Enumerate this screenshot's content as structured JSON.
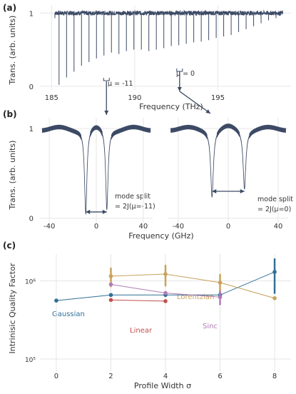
{
  "colors": {
    "trace": "#3d4a66",
    "grid": "#e6e6e6",
    "axis_text": "#333333",
    "gaussian": "#2f6f96",
    "lorentzian": "#c8a15a",
    "linear": "#c0504d",
    "sinc": "#b07cb5"
  },
  "chart_data": [
    {
      "panel": "(a)",
      "type": "line",
      "xlabel": "Frequency (THz)",
      "ylabel": "Trans. (arb. units)",
      "xticks": [
        "185",
        "190",
        "195"
      ],
      "yticks": [
        "0",
        "1"
      ],
      "xlim": [
        184.3,
        199.4
      ],
      "ylim": [
        -0.05,
        1.1
      ],
      "grid": true,
      "series": [
        {
          "kind": "comb_transmission",
          "baseline": 1.0,
          "x_range": [
            185.2,
            198.9
          ],
          "dip_positions": [
            185.45,
            185.9,
            186.35,
            186.8,
            187.25,
            187.7,
            188.15,
            188.6,
            189.05,
            189.5,
            189.95,
            190.4,
            190.85,
            191.3,
            191.75,
            192.2,
            192.65,
            193.1,
            193.55,
            194.0,
            194.45,
            194.9,
            195.35,
            195.8,
            196.25,
            196.7,
            197.15,
            197.6,
            198.05,
            198.5
          ],
          "dip_minima": [
            0.02,
            0.12,
            0.2,
            0.28,
            0.33,
            0.38,
            0.42,
            0.46,
            0.44,
            0.48,
            0.5,
            0.5,
            0.48,
            0.5,
            0.52,
            0.55,
            0.56,
            0.58,
            0.6,
            0.61,
            0.63,
            0.66,
            0.68,
            0.7,
            0.74,
            0.78,
            0.82,
            0.86,
            0.9,
            0.93
          ]
        }
      ],
      "annotations": [
        {
          "text": "μ = -11",
          "x": 188.3
        },
        {
          "text": "μ = 0",
          "x": 192.7
        }
      ]
    },
    {
      "panel": "(b)",
      "type": "line",
      "xlabel": "Frequency (GHz)",
      "ylabel": "Trans. (arb. units)",
      "yticks": [
        "0",
        "1"
      ],
      "ylim": [
        -0.05,
        1.12
      ],
      "subplots": [
        {
          "xlim": [
            -48,
            48
          ],
          "xticks": [
            "-40",
            "0",
            "40"
          ],
          "dips": [
            {
              "center": -9,
              "min": 0.05,
              "width": 1.2
            },
            {
              "center": 9,
              "min": 0.1,
              "width": 1.2
            }
          ],
          "annotation": [
            "mode split",
            "= 2J(μ=-11)"
          ],
          "arrow_x": [
            -9,
            9
          ]
        },
        {
          "xlim": [
            -48,
            48
          ],
          "xticks": [
            "-40",
            "0",
            "40"
          ],
          "dips": [
            {
              "center": -13,
              "min": 0.24,
              "width": 1.3
            },
            {
              "center": 13,
              "min": 0.33,
              "width": 1.3
            }
          ],
          "annotation": [
            "mode split",
            "= 2J(μ=0)"
          ],
          "arrow_x": [
            -13,
            13
          ]
        }
      ]
    },
    {
      "panel": "(c)",
      "type": "line",
      "xlabel": "Profile Width σ",
      "ylabel": "Intrinisic Quality Factor",
      "xticks": [
        "0",
        "2",
        "4",
        "6",
        "8"
      ],
      "yticks": [
        "10⁶",
        "10⁵"
      ],
      "xlim": [
        -0.6,
        8.6
      ],
      "log_y": true,
      "ylim": [
        70000,
        2200000
      ],
      "grid": true,
      "series": [
        {
          "name": "Gaussian",
          "x": [
            0,
            2,
            4,
            6,
            8
          ],
          "y": [
            560000,
            660000,
            660000,
            660000,
            1300000
          ],
          "err": [
            0,
            0,
            0,
            60000,
            600000
          ]
        },
        {
          "name": "Lorentzian",
          "x": [
            2,
            4,
            6,
            8
          ],
          "y": [
            1150000,
            1220000,
            950000,
            600000
          ],
          "err": [
            300000,
            350000,
            250000,
            0
          ]
        },
        {
          "name": "Linear",
          "x": [
            2,
            4
          ],
          "y": [
            570000,
            550000
          ],
          "err": [
            0,
            0
          ]
        },
        {
          "name": "Sinc",
          "x": [
            2,
            4,
            6
          ],
          "y": [
            900000,
            700000,
            620000
          ],
          "err": [
            0,
            0,
            120000
          ]
        }
      ]
    }
  ]
}
